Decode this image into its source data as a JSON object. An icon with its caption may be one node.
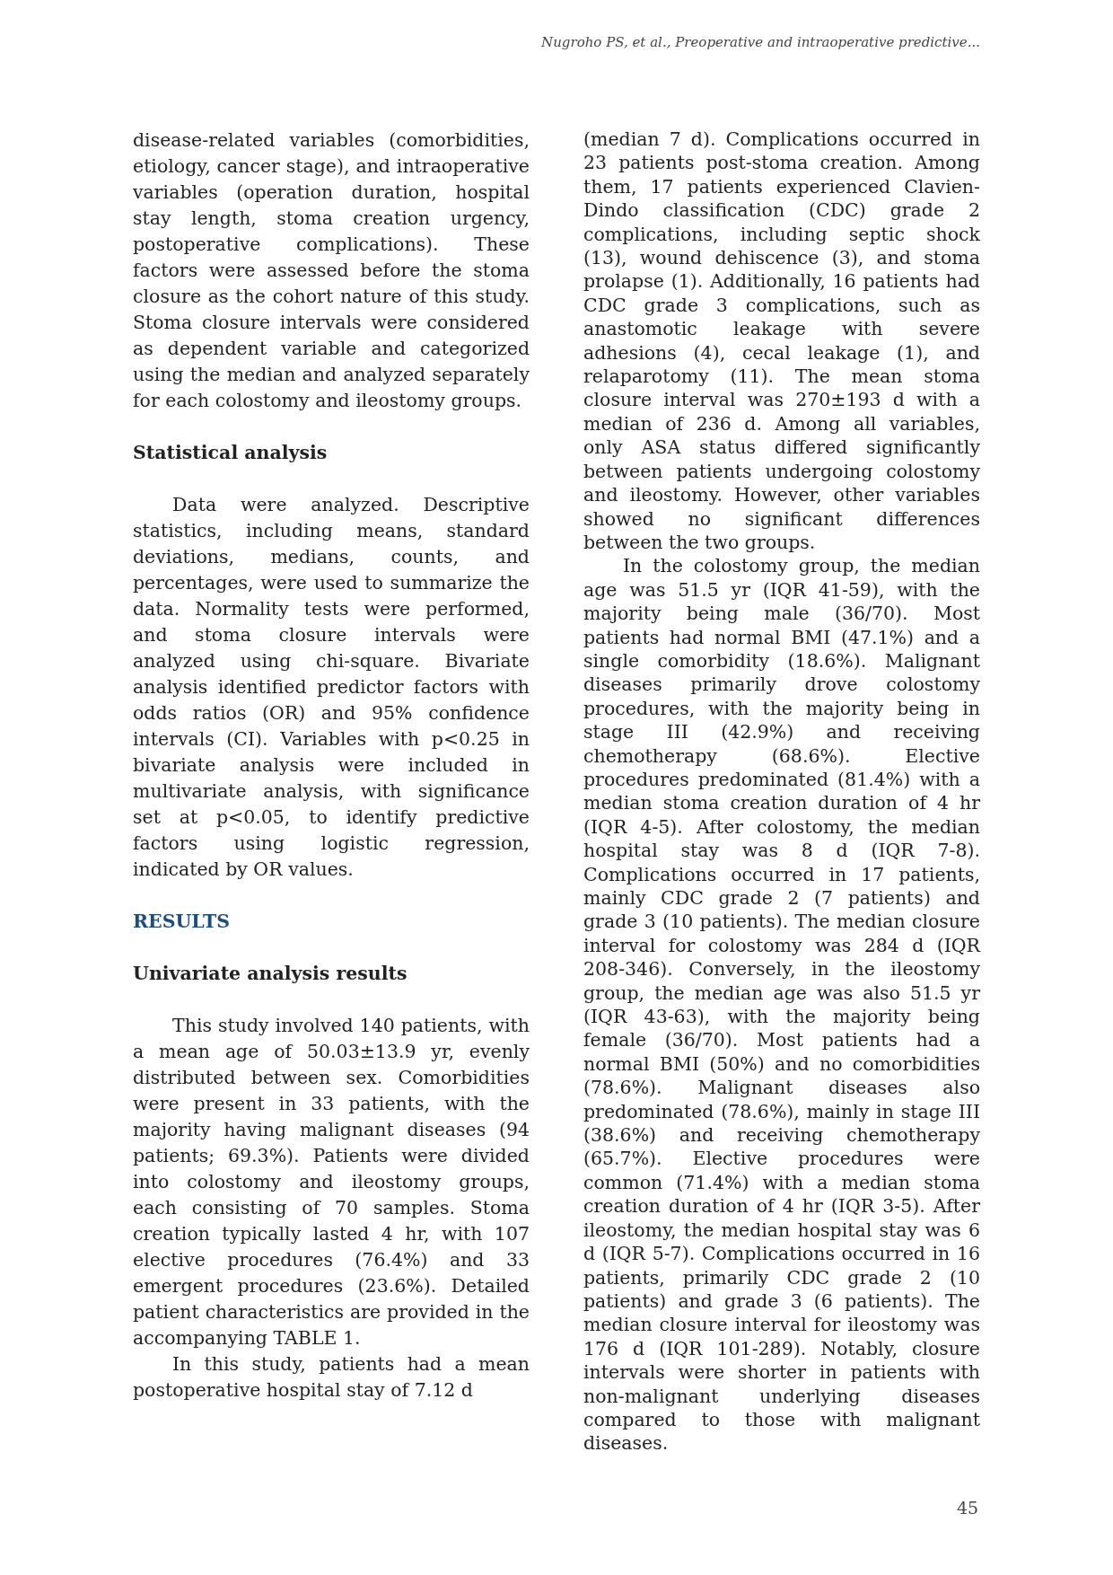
{
  "diagram": {
    "labels": [
      "Nugroho PS, et al., Preoperative and intraoperative predictive...",
      "disease-related variables (comorbidities, etiology, cancer stage), and intraoperative variables (operation duration, hospital stay length, stoma creation urgency, postoperative complications). These factors were assessed before the stoma closure as the cohort nature of this study. Stoma closure intervals were considered as dependent variable and categorized using the median and analyzed separately for each colostomy and ileostomy groups.",
      "Statistical analysis",
      "Data were analyzed. Descriptive statistics, including means, standard deviations, medians, counts, and percentages, were used to summarize the data. Normality tests were performed, and stoma closure intervals were analyzed using chi-square. Bivariate analysis identified predictor factors with odds ratios (OR) and 95% confidence intervals (CI). Variables with p<0.25 in bivariate analysis were included in multivariate analysis, with significance set at p<0.05, to identify predictive factors using logistic regression, indicated by OR values.",
      "RESULTS",
      "Univariate analysis results",
      "This study involved 140 patients, with a mean age of 50.03±13.9 yr, evenly distributed between sex. Comorbidities were present in 33 patients, with the majority having malignant diseases (94 patients; 69.3%). Patients were divided into colostomy and ileostomy groups, each consisting of 70 samples. Stoma creation typically lasted 4 hr, with 107 elective procedures (76.4%) and 33 emergent procedures (23.6%). Detailed patient characteristics are provided in the accompanying TABLE 1.",
      "In this study, patients had a mean postoperative hospital stay of 7.12 d",
      "(median 7 d). Complications occurred in 23 patients post-stoma creation. Among them, 17 patients experienced Clavien-Dindo classification (CDC) grade 2 complications, including septic shock (13), wound dehiscence (3), and stoma prolapse (1). Additionally, 16 patients had CDC grade 3 complications, such as anastomotic leakage with severe adhesions (4), cecal leakage (1), and relaparotomy (11). The mean stoma closure interval was 270±193 d with a median of 236 d. Among all variables, only ASA status differed significantly between patients undergoing colostomy and ileostomy. However, other variables showed no significant differences between the two groups.",
      "In the colostomy group, the median age was 51.5 yr (IQR 41-59), with the majority being male (36/70). Most patients had normal BMI (47.1%) and a single comorbidity (18.6%). Malignant diseases primarily drove colostomy procedures, with the majority being in stage III (42.9%) and receiving chemotherapy (68.6%). Elective procedures predominated (81.4%) with a median stoma creation duration of 4 hr (IQR 4-5). After colostomy, the median hospital stay was 8 d (IQR 7-8). Complications occurred in 17 patients, mainly CDC grade 2 (7 patients) and grade 3 (10 patients). The median closure interval for colostomy was 284 d (IQR 208-346). Conversely, in the ileostomy group, the median age was also 51.5 yr (IQR 43-63), with the majority being female (36/70). Most patients had a normal BMI (50%) and no comorbidities (78.6%). Malignant diseases also predominated (78.6%), mainly in stage III (38.6%) and receiving chemotherapy (65.7%). Elective procedures were common (71.4%) with a median stoma creation duration of 4 hr (IQR 3-5). After ileostomy, the median hospital stay was 6 d (IQR 5-7). Complications occurred in 16 patients, primarily CDC grade 2 (10 patients) and grade 3 (6 patients). The median closure interval for ileostomy was 176 d (IQR 101-289). Notably, closure intervals were shorter in patients with non-malignant underlying diseases compared to those with malignant diseases.",
      "45"
    ]
  }
}
